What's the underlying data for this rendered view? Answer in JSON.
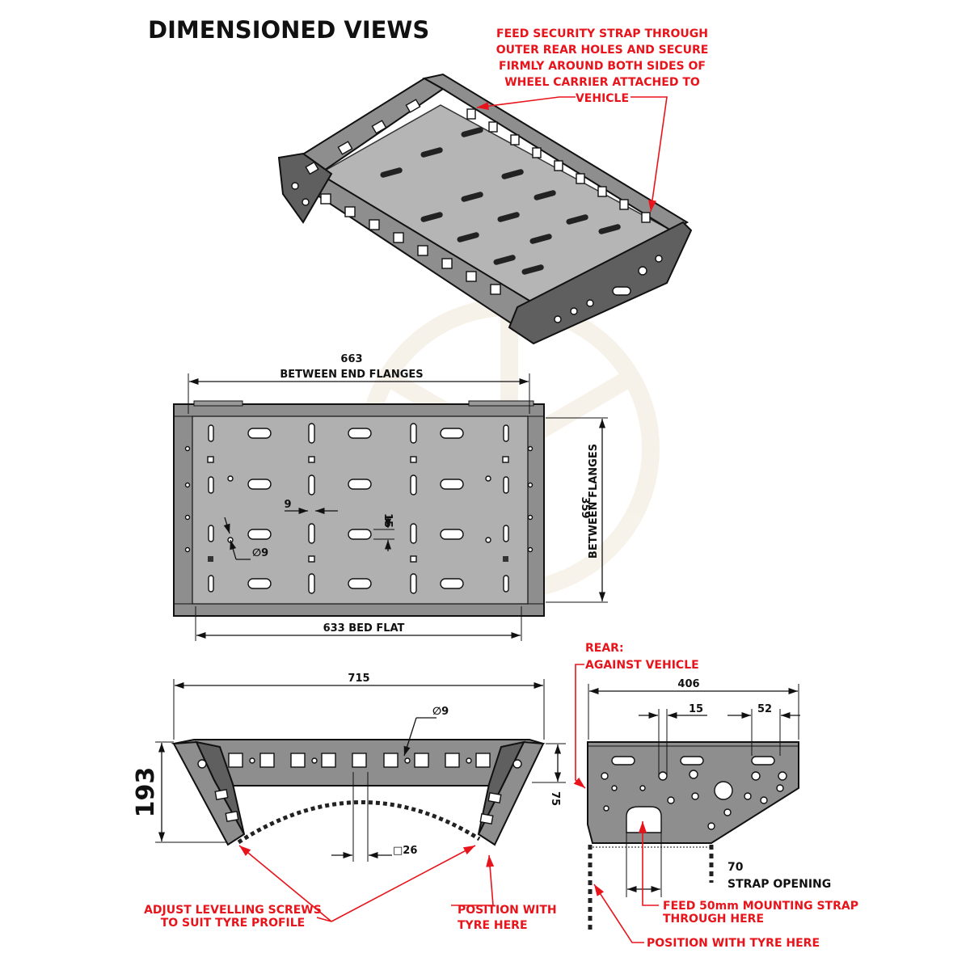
{
  "title": "DIMENSIONED VIEWS",
  "notes": {
    "security_strap": [
      "FEED SECURITY STRAP THROUGH",
      "OUTER REAR HOLES AND SECURE",
      "FIRMLY AROUND BOTH SIDES OF",
      "WHEEL CARRIER ATTACHED TO",
      "VEHICLE"
    ],
    "adjust_screws": [
      "ADJUST  LEVELLING SCREWS",
      "TO SUIT TYRE PROFILE"
    ],
    "position_tyre_front": [
      "POSITION WITH",
      "TYRE HERE"
    ],
    "rear": [
      "REAR:",
      "AGAINST VEHICLE"
    ],
    "feed_strap": [
      "FEED 50mm MOUNTING STRAP",
      "THROUGH HERE"
    ],
    "position_tyre_side": "POSITION WITH TYRE HERE"
  },
  "dimensions": {
    "end_flanges_value": "663",
    "end_flanges_label": "BETWEEN END FLANGES",
    "flanges_value": "359",
    "flanges_label": "BETWEEN FLANGES",
    "bed_flat": "633 BED FLAT",
    "slot_width": "9",
    "slot_height": "15",
    "hole_dia": "∅9",
    "overall_width": "715",
    "height": "193",
    "flange_height": "75",
    "square_hole": "□26",
    "depth": "406",
    "hole_spacing": "15",
    "hole_width": "52",
    "strap_value": "70",
    "strap_label": "STRAP OPENING"
  }
}
